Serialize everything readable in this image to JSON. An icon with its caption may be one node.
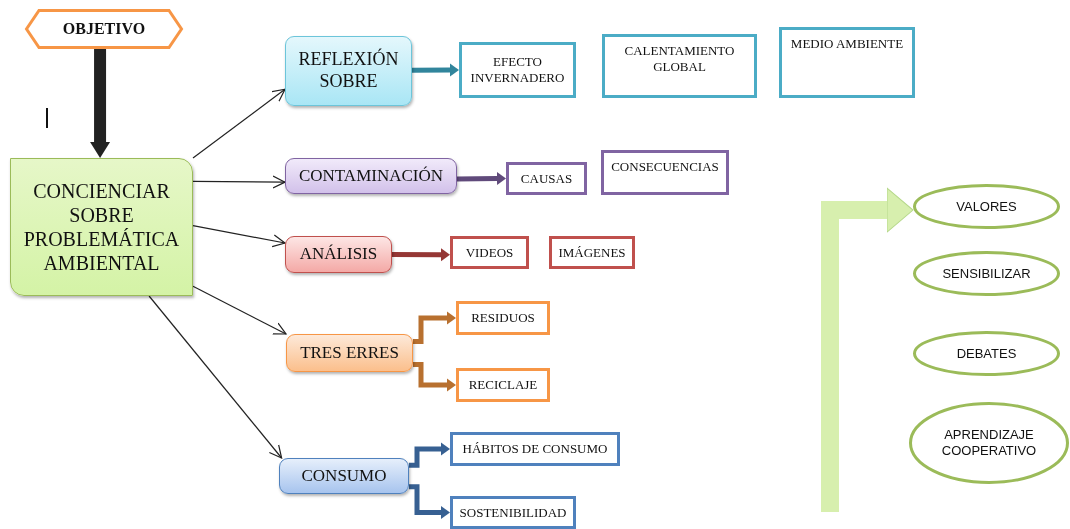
{
  "diagram": {
    "nodes": [
      {
        "text": [
          "OBJETIVO"
        ]
      },
      {
        "text": [
          "CONCIENCIAR SOBRE PROBLEMÁTICA AMBIENTAL"
        ]
      },
      {
        "text": [
          "REFLEXIÓN SOBRE"
        ]
      },
      {
        "text": [
          "EFECTO INVERNADERO"
        ]
      },
      {
        "text": [
          "CALENTAMIENTO GLOBAL"
        ]
      },
      {
        "text": [
          "MEDIO AMBIENTE"
        ]
      },
      {
        "text": [
          "CONTAMINACIÓN"
        ]
      },
      {
        "text": [
          "CAUSAS"
        ]
      },
      {
        "text": [
          "CONSECUENCIAS"
        ]
      },
      {
        "text": [
          "ANÁLISIS"
        ]
      },
      {
        "text": [
          "VIDEOS"
        ]
      },
      {
        "text": [
          "IMÁGENES"
        ]
      },
      {
        "text": [
          "TRES ERRES"
        ]
      },
      {
        "text": [
          "RESIDUOS"
        ]
      },
      {
        "text": [
          "RECICLAJE"
        ]
      },
      {
        "text": [
          "CONSUMO"
        ]
      },
      {
        "text": [
          "HÁBITOS DE CONSUMO"
        ]
      },
      {
        "text": [
          "SOSTENIBILIDAD"
        ]
      },
      {
        "text": [
          "VALORES"
        ]
      },
      {
        "text": [
          "SENSIBILIZAR"
        ]
      },
      {
        "text": [
          "DEBATES"
        ]
      },
      {
        "text": [
          "APRENDIZAJE COOPERATIVO"
        ]
      }
    ],
    "edges": [
      {
        "from": 0,
        "to": 1,
        "arrow": "to",
        "style": "thick"
      },
      {
        "from": 1,
        "to": 2,
        "arrow": "to"
      },
      {
        "from": 1,
        "to": 6,
        "arrow": "to"
      },
      {
        "from": 1,
        "to": 9,
        "arrow": "to"
      },
      {
        "from": 1,
        "to": 12,
        "arrow": "to"
      },
      {
        "from": 1,
        "to": 15,
        "arrow": "to"
      },
      {
        "from": 2,
        "to": 3,
        "arrow": "to",
        "color": "#31859c"
      },
      {
        "from": 6,
        "to": 7,
        "arrow": "to",
        "color": "#604a7b"
      },
      {
        "from": 9,
        "to": 10,
        "arrow": "to",
        "color": "#953735"
      },
      {
        "from": 12,
        "to": 13,
        "arrow": "to",
        "color": "#b8702f"
      },
      {
        "from": 12,
        "to": 14,
        "arrow": "to",
        "color": "#b8702f"
      },
      {
        "from": 15,
        "to": 16,
        "arrow": "to",
        "color": "#376092"
      },
      {
        "from": 15,
        "to": 17,
        "arrow": "to",
        "color": "#376092"
      },
      {
        "from": null,
        "to": 18,
        "arrow": "to",
        "style": "thick",
        "color": "#d7efae"
      }
    ]
  }
}
